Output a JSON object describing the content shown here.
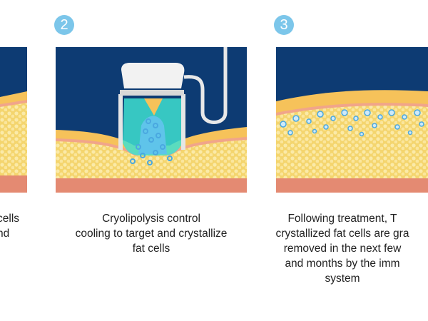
{
  "steps": [
    {
      "number": "",
      "caption": [
        "cells",
        "nd"
      ]
    },
    {
      "number": "2",
      "caption": [
        "Cryolipolysis control",
        "cooling to target and crystallize",
        "fat cells"
      ]
    },
    {
      "number": "3",
      "caption": [
        "Following treatment, T",
        "crystallized fat cells are gra",
        "removed in the next few",
        "and months by the imm",
        "system"
      ]
    }
  ],
  "colors": {
    "background": "#0d3b73",
    "skin": "#f6c25a",
    "fat": "#f7dd8a",
    "muscle": "#e48a72",
    "badge": "#7cc6ea",
    "cold": "#3fe0d0",
    "crystal": "#6ab8ea"
  }
}
